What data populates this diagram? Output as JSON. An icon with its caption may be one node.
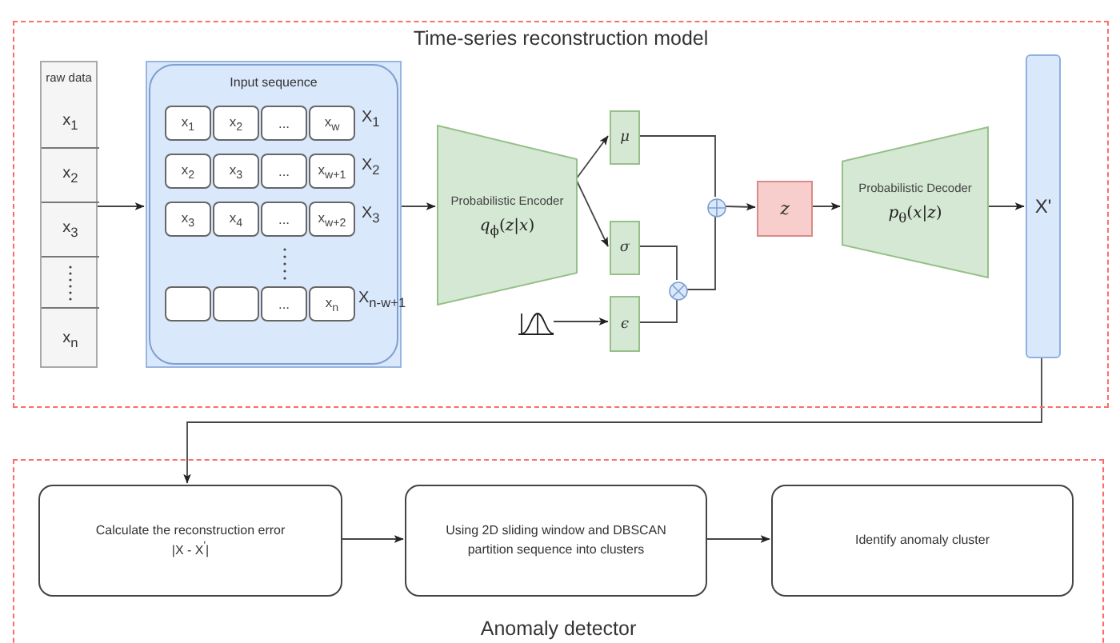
{
  "diagram": {
    "nodes": [
      {
        "text": [
          "Time-series reconstruction model"
        ]
      },
      {
        "text": [
          "raw data"
        ],
        "in": 0
      },
      {
        "text": [
          "x$_{1}$"
        ],
        "in": 1
      },
      {
        "text": [
          "x$_{2}$"
        ],
        "in": 1
      },
      {
        "text": [
          "x$_{3}$"
        ],
        "in": 1
      },
      {
        "text": [],
        "shape": "box",
        "in": 1
      },
      {
        "text": [
          "x$_{n}$"
        ],
        "in": 1
      },
      {
        "text": [
          "Input sequence"
        ],
        "in": 0
      },
      {
        "text": [
          "x$_{1}$"
        ],
        "in": 7
      },
      {
        "text": [
          "x$_{2}$"
        ],
        "in": 7
      },
      {
        "text": [
          "..."
        ],
        "in": 7
      },
      {
        "text": [
          "x$_{w}$"
        ],
        "in": 7
      },
      {
        "text": [
          "x$_{2}$"
        ],
        "in": 7
      },
      {
        "text": [
          "x$_{3}$"
        ],
        "in": 7
      },
      {
        "text": [
          "..."
        ],
        "in": 7
      },
      {
        "text": [
          "x$_{w+1}$"
        ],
        "in": 7
      },
      {
        "text": [
          "x$_{3}$"
        ],
        "in": 7
      },
      {
        "text": [
          "x$_{4}$"
        ],
        "in": 7
      },
      {
        "text": [
          "..."
        ],
        "in": 7
      },
      {
        "text": [
          "x$_{w+2}$"
        ],
        "in": 7
      },
      {
        "text": [],
        "shape": "box",
        "in": 7
      },
      {
        "text": [],
        "shape": "box",
        "in": 7
      },
      {
        "text": [
          "..."
        ],
        "in": 7
      },
      {
        "text": [
          "x$_{n}$"
        ],
        "in": 7
      },
      {
        "text": [
          "Probabilistic Encoder",
          "*q*$_{ϕ}$(*z*|*x*)"
        ],
        "in": 0
      },
      {
        "text": [
          "μ"
        ],
        "in": 0
      },
      {
        "text": [
          "σ"
        ],
        "in": 0
      },
      {
        "text": [
          "ϵ"
        ],
        "in": 0
      },
      {
        "text": [],
        "shape": "picture",
        "in": 0
      },
      {
        "text": [],
        "shape": "circle",
        "in": 0
      },
      {
        "text": [],
        "shape": "circle",
        "in": 0
      },
      {
        "text": [
          "z"
        ],
        "in": 0
      },
      {
        "text": [
          "Probabilistic Decoder",
          "*p*$_{θ}$(*x*|*z*)"
        ],
        "in": 0
      },
      {
        "text": [
          "X'"
        ],
        "in": 0
      },
      {
        "text": [
          "Anomaly detector"
        ]
      },
      {
        "text": [
          "Calculate the reconstruction error",
          "|X - X$^{'}$|"
        ],
        "in": 34
      },
      {
        "text": [
          "Using 2D sliding window and DBSCAN partition sequence into clusters"
        ],
        "in": 34
      },
      {
        "text": [
          "Identify anomaly cluster"
        ],
        "in": 34
      }
    ],
    "edges": [
      {
        "from": 1,
        "to": 7,
        "arrow": "to"
      },
      {
        "from": 7,
        "to": 24,
        "arrow": "to"
      },
      {
        "from": 24,
        "to": 25,
        "arrow": "to"
      },
      {
        "from": 24,
        "to": 26,
        "arrow": "to"
      },
      {
        "from": 28,
        "to": 27,
        "arrow": "to"
      },
      {
        "from": 26,
        "to": 30,
        "arrow": "none"
      },
      {
        "from": 27,
        "to": 30,
        "arrow": "none"
      },
      {
        "from": 30,
        "to": 29,
        "arrow": "none"
      },
      {
        "from": 25,
        "to": 29,
        "arrow": "none"
      },
      {
        "from": 29,
        "to": 31,
        "arrow": "to"
      },
      {
        "from": 31,
        "to": 32,
        "arrow": "to"
      },
      {
        "from": 32,
        "to": 33,
        "arrow": "to"
      },
      {
        "from": 33,
        "to": 35,
        "arrow": "to"
      },
      {
        "from": 35,
        "to": 36,
        "arrow": "to"
      },
      {
        "from": 36,
        "to": 37,
        "arrow": "to"
      }
    ],
    "labels": [
      "X$_{1}$",
      "X$_{2}$",
      "X$_{3}$",
      "X$_{n-w+1}$"
    ]
  }
}
